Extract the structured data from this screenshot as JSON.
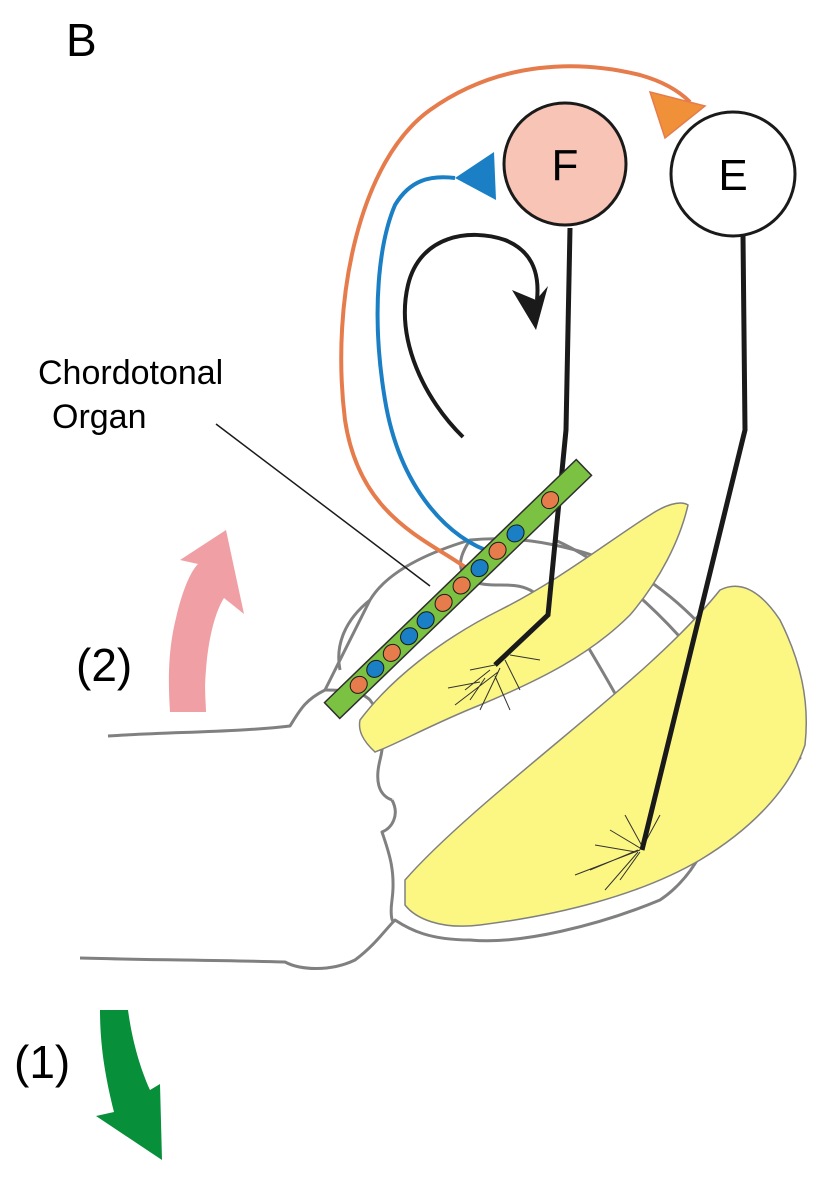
{
  "panel_label": "B",
  "neurons": {
    "flexor": {
      "label": "F",
      "fill": "#f7c4b6"
    },
    "extensor": {
      "label": "E",
      "fill": "#ffffff"
    }
  },
  "organ_label": {
    "line1": "Chordotonal",
    "line2": "Organ"
  },
  "steps": {
    "one": "(1)",
    "two": "(2)"
  },
  "colors": {
    "muscle": "#fcf782",
    "organ": "#7cc242",
    "orange": "#e67c4c",
    "blue": "#1a7fc4",
    "pink_arrow": "#f0a0a4",
    "green_arrow": "#078f3a",
    "outline": "#808080"
  }
}
